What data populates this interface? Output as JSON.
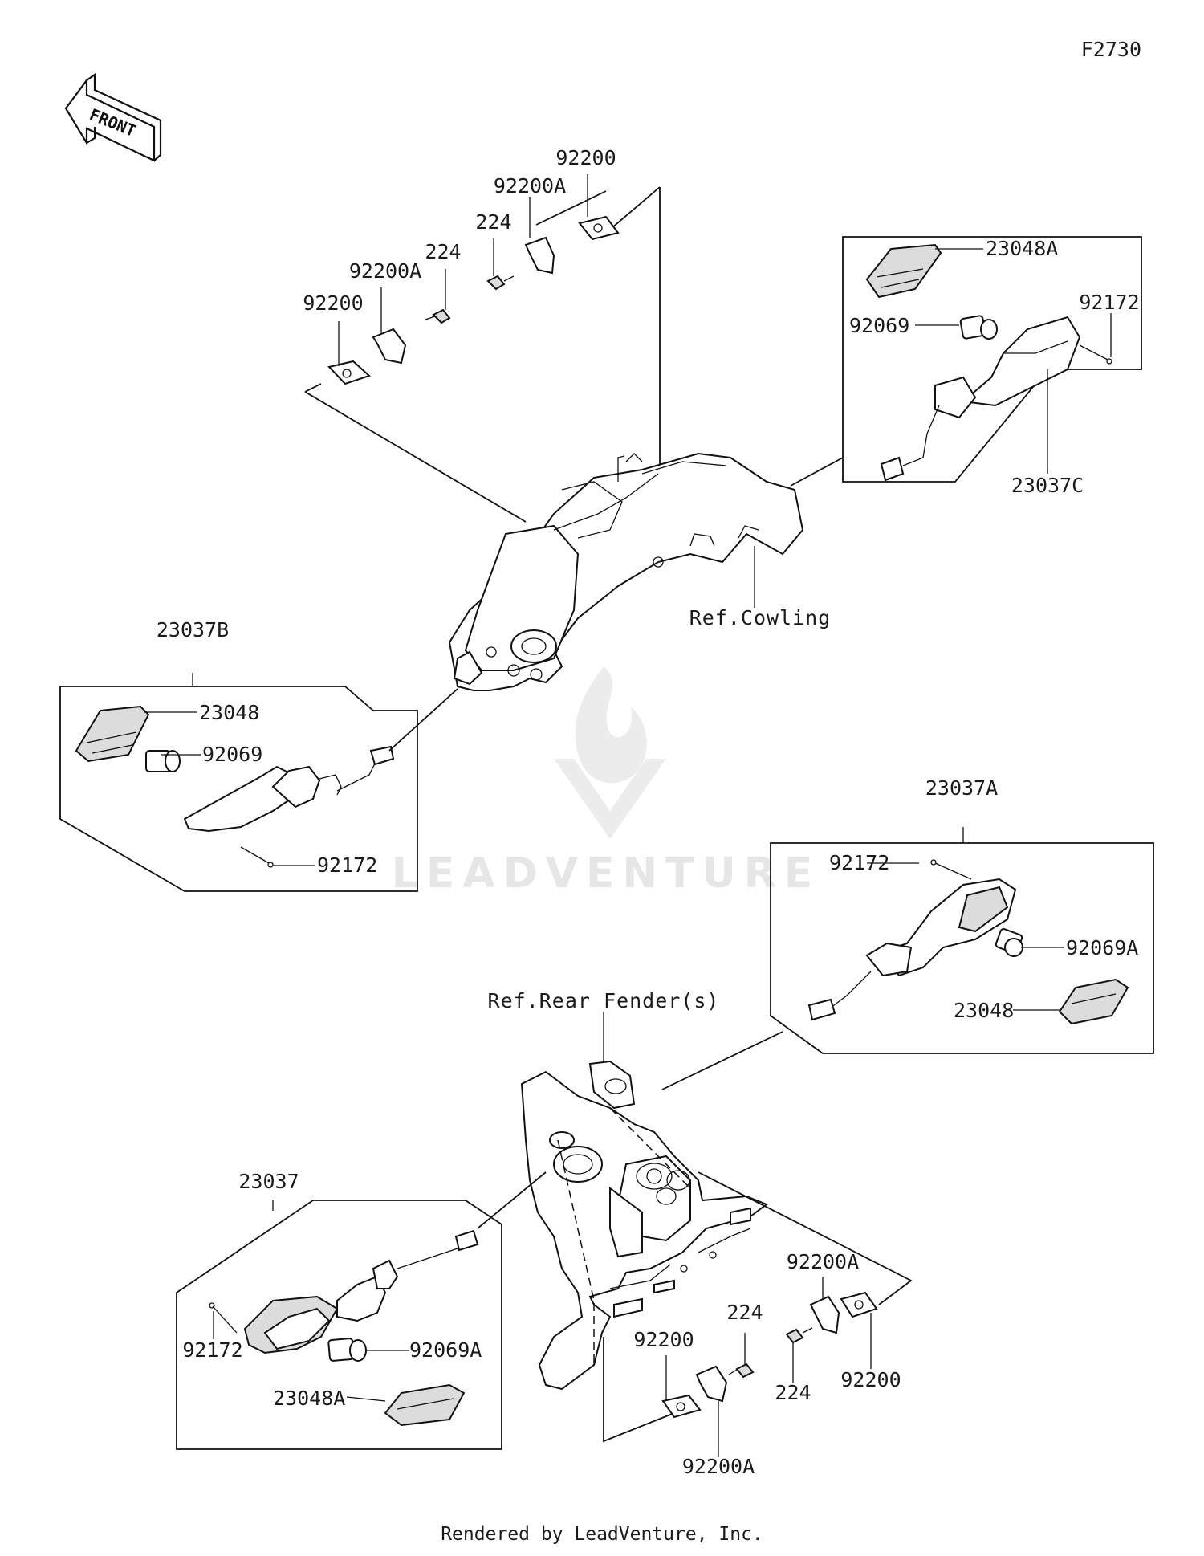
{
  "diagram_code": "F2730",
  "front_arrow_label": "FRONT",
  "watermark": "LEADVENTURE",
  "footer": "Rendered by LeadVenture, Inc.",
  "references": {
    "cowling": "Ref.Cowling",
    "rear_fender": "Ref.Rear Fender(s)"
  },
  "callouts": {
    "top_92200_a": "92200",
    "top_92200A_a": "92200A",
    "top_224_a": "224",
    "top_224_b": "224",
    "top_92200A_b": "92200A",
    "top_92200_b": "92200",
    "c_23048A": "23048A",
    "c_92069": "92069",
    "c_92172": "92172",
    "c_23037C": "23037C",
    "b_23037B": "23037B",
    "b_23048": "23048",
    "b_92069": "92069",
    "b_92172": "92172",
    "a_23037A": "23037A",
    "a_92172": "92172",
    "a_92069A": "92069A",
    "a_23048": "23048",
    "d_23037": "23037",
    "d_92172": "92172",
    "d_92069A": "92069A",
    "d_23048A": "23048A",
    "bot_92200A_a": "92200A",
    "bot_224_a": "224",
    "bot_92200_a": "92200",
    "bot_224_b": "224",
    "bot_92200_b": "92200",
    "bot_92200A_b": "92200A"
  }
}
